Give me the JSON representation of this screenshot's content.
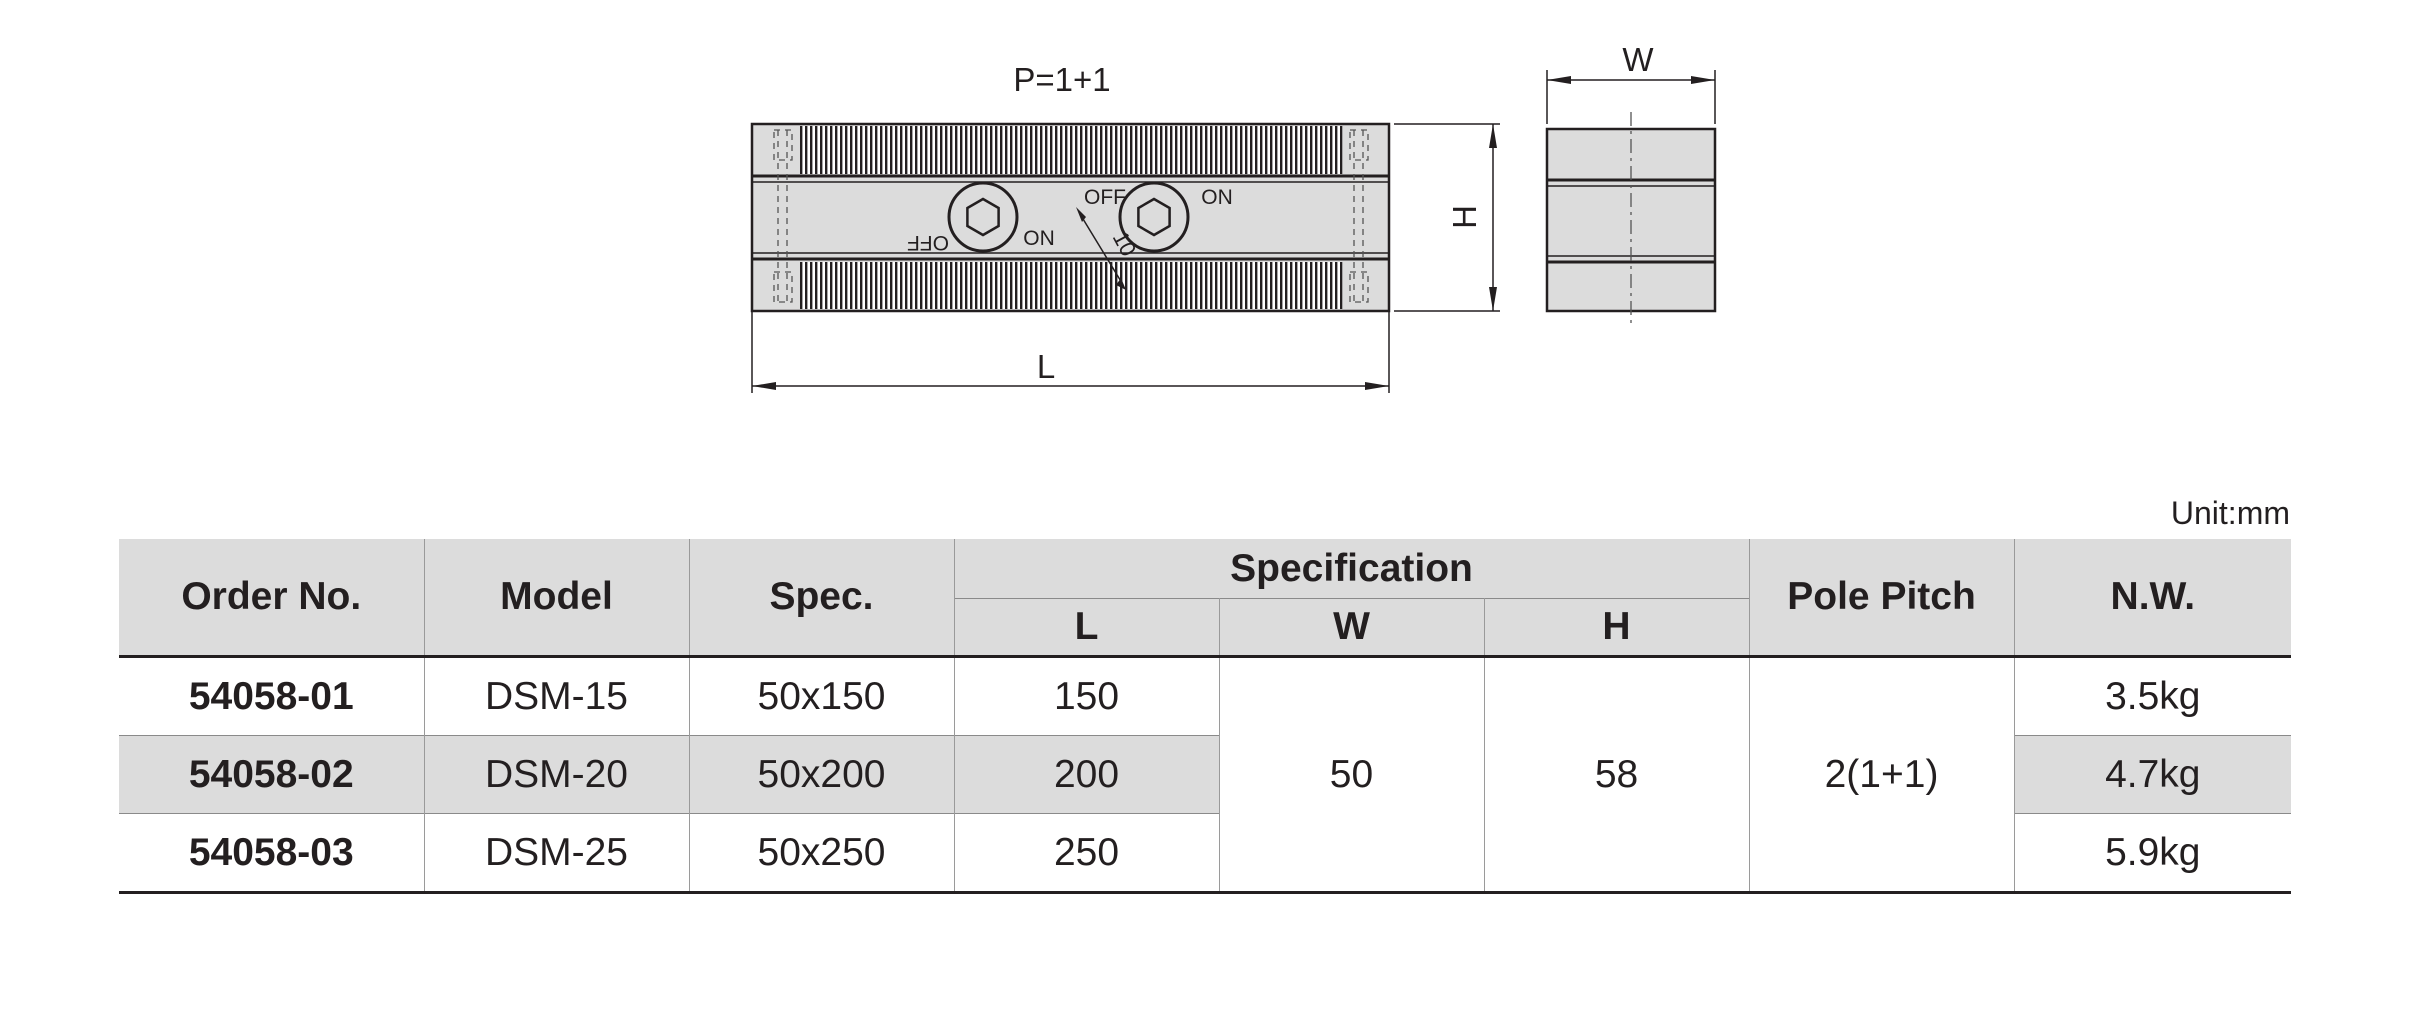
{
  "drawing": {
    "pole_label": "P=1+1",
    "dim_L": "L",
    "dim_H": "H",
    "dim_W": "W",
    "switch_left_off": "OFF",
    "switch_left_on": "ON",
    "switch_right_off": "OFF",
    "switch_right_on": "ON",
    "angle_label": "10"
  },
  "unit_label": "Unit:mm",
  "table": {
    "headers": {
      "order_no": "Order No.",
      "model": "Model",
      "spec": "Spec.",
      "specification": "Specification",
      "L": "L",
      "W": "W",
      "H": "H",
      "pole_pitch": "Pole Pitch",
      "nw": "N.W."
    },
    "rows": [
      {
        "order_no": "54058-01",
        "model": "DSM-15",
        "spec": "50x150",
        "L": "150",
        "nw": "3.5kg"
      },
      {
        "order_no": "54058-02",
        "model": "DSM-20",
        "spec": "50x200",
        "L": "200",
        "nw": "4.7kg"
      },
      {
        "order_no": "54058-03",
        "model": "DSM-25",
        "spec": "50x250",
        "L": "250",
        "nw": "5.9kg"
      }
    ],
    "shared": {
      "W": "50",
      "H": "58",
      "pole_pitch": "2(1+1)"
    }
  }
}
